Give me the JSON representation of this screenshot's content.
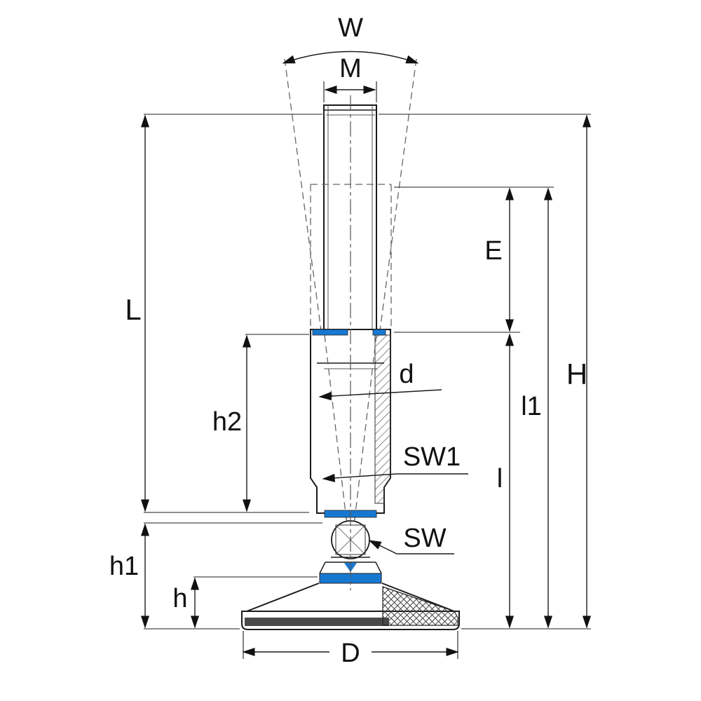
{
  "diagram": {
    "type": "technical-drawing",
    "description": "Adjustable levelling foot with swivel ball joint, half-section view with dimensioning",
    "dimension_labels": {
      "w": "W",
      "m": "M",
      "l_total": "L",
      "e": "E",
      "h_total": "H",
      "l1": "l1",
      "l": "l",
      "h2": "h2",
      "d": "d",
      "sw1": "SW1",
      "sw": "SW",
      "h1": "h1",
      "h": "h",
      "d_base": "D"
    },
    "colors": {
      "accent_blue": "#1778d2",
      "pad_dark": "#4a4a4a",
      "line": "#1a1a1a",
      "background": "#ffffff"
    }
  }
}
